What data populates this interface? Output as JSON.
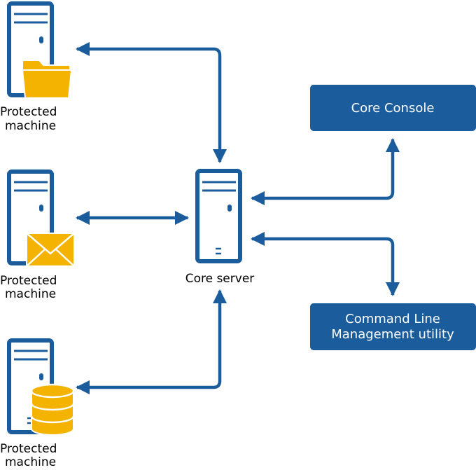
{
  "colors": {
    "primary": "#1a5c9c",
    "folder": "#f3b300",
    "envelope": "#f3b300",
    "database": "#f3b300",
    "box_text": "#ffffff",
    "label_text": "#000000"
  },
  "machines": [
    {
      "label_line1": "Protected",
      "label_line2": "machine",
      "icon": "folder-icon"
    },
    {
      "label_line1": "Protected",
      "label_line2": "machine",
      "icon": "envelope-icon"
    },
    {
      "label_line1": "Protected",
      "label_line2": "machine",
      "icon": "database-icon"
    }
  ],
  "core_server": {
    "label": "Core server"
  },
  "core_console": {
    "label": "Core Console"
  },
  "cli_utility": {
    "label_line1": "Command Line",
    "label_line2": "Management utility"
  }
}
